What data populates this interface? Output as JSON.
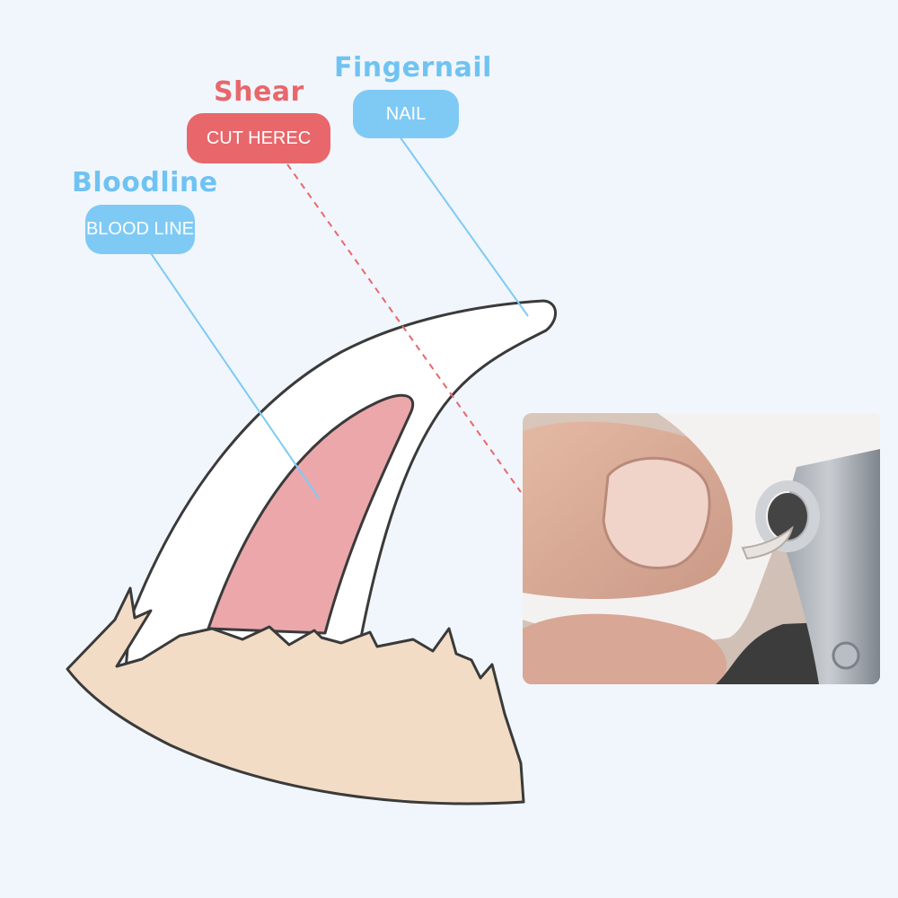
{
  "labels": {
    "fingernail": {
      "heading": "Fingernail",
      "tag": "NAIL"
    },
    "shear": {
      "heading": "Shear",
      "tag": "CUT HEREC"
    },
    "bloodline": {
      "heading": "Bloodline",
      "tag": "BLOOD LINE"
    }
  },
  "colors": {
    "background": "#f1f6fc",
    "label_blue": "#7fcaf5",
    "heading_blue": "#6fc3f2",
    "label_red": "#e8676b",
    "claw_white": "#ffffff",
    "quick_pink": "#eca7ab",
    "skin_tan": "#f2dcc5",
    "outline": "#3a3a3a"
  }
}
